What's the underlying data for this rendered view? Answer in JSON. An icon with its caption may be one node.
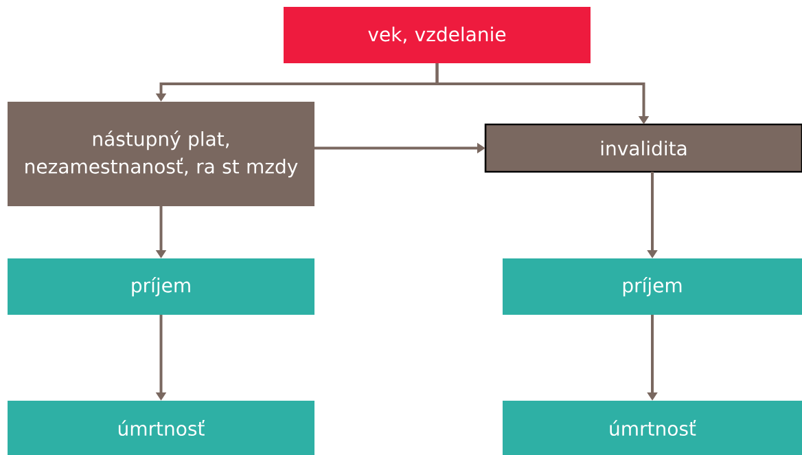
{
  "diagram": {
    "nodes": [
      {
        "text": [
          "vek, vzdelanie"
        ]
      },
      {
        "text": [
          "nástupný plat, nezamestnanosť, ra st mzdy"
        ]
      },
      {
        "text": [
          "invalidita"
        ]
      },
      {
        "text": [
          "príjem"
        ]
      },
      {
        "text": [
          "príjem"
        ]
      },
      {
        "text": [
          "úmrtnosť"
        ]
      },
      {
        "text": [
          "úmrtnosť"
        ]
      }
    ],
    "edges": [
      {
        "from": 0,
        "to": 1,
        "arrow": "to"
      },
      {
        "from": 0,
        "to": 2,
        "arrow": "to"
      },
      {
        "from": 1,
        "to": 2,
        "arrow": "to"
      },
      {
        "from": 1,
        "to": 3,
        "arrow": "to"
      },
      {
        "from": 2,
        "to": 4,
        "arrow": "to"
      },
      {
        "from": 3,
        "to": 5,
        "arrow": "to"
      },
      {
        "from": 4,
        "to": 6,
        "arrow": "to"
      }
    ]
  }
}
